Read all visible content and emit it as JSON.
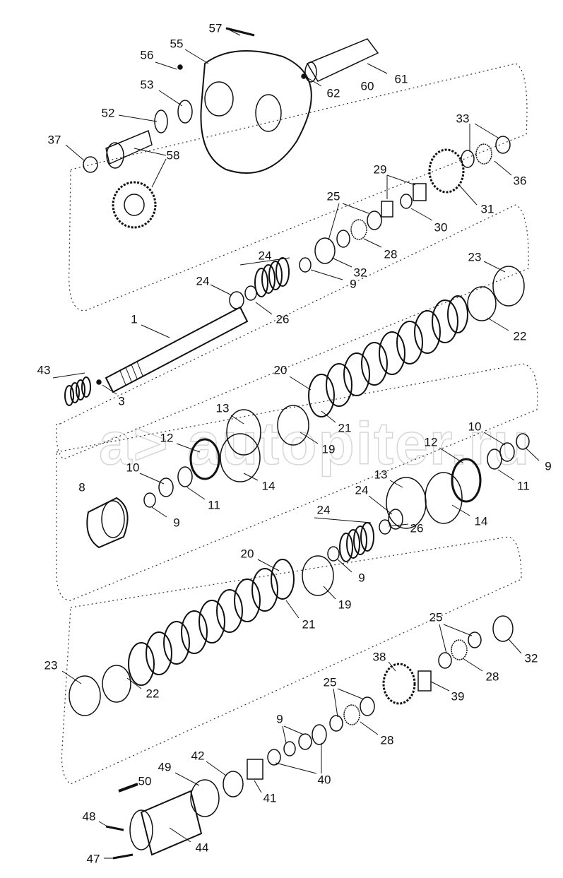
{
  "watermark": "a> autopiter.ru",
  "labels": [
    "57",
    "55",
    "56",
    "53",
    "52",
    "60",
    "61",
    "62",
    "37",
    "58",
    "33",
    "36",
    "29",
    "30",
    "31",
    "25",
    "28",
    "32",
    "24",
    "9",
    "24",
    "26",
    "23",
    "22",
    "1",
    "43",
    "3",
    "20",
    "21",
    "13",
    "19",
    "12",
    "10",
    "14",
    "11",
    "8",
    "9",
    "10",
    "9",
    "12",
    "11",
    "13",
    "24",
    "14",
    "26",
    "24",
    "9",
    "20",
    "19",
    "21",
    "25",
    "32",
    "28",
    "38",
    "39",
    "23",
    "22",
    "25",
    "28",
    "9",
    "40",
    "42",
    "49",
    "50",
    "41",
    "48",
    "44",
    "47"
  ]
}
